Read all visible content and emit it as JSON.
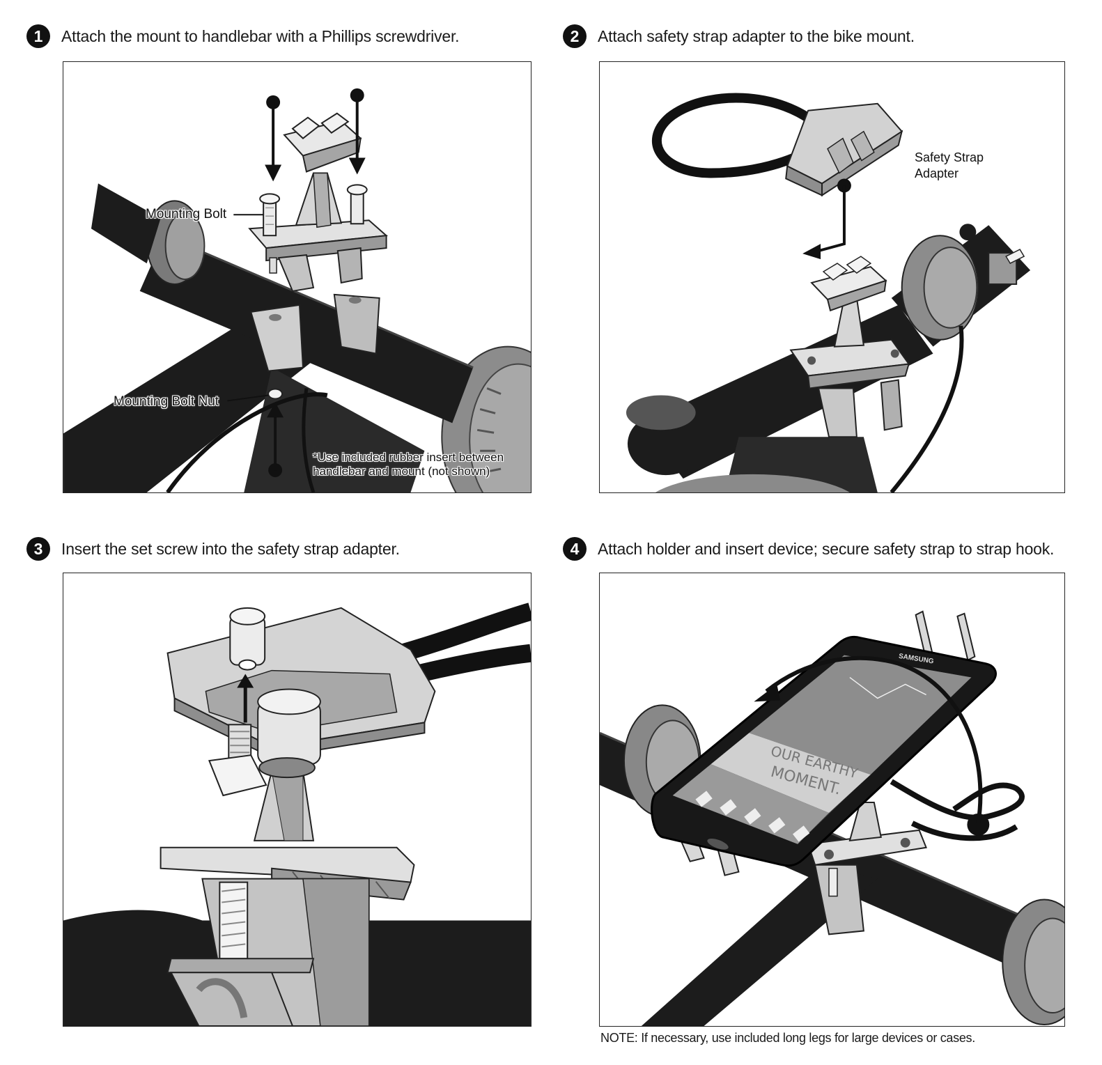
{
  "steps": [
    {
      "number": "1",
      "instruction": "Attach the mount to handlebar with a Phillips screwdriver.",
      "callouts": {
        "mounting_bolt": "Mounting Bolt",
        "mounting_bolt_nut": "Mounting Bolt Nut",
        "rubber_insert_line1": "*Use included rubber insert between",
        "rubber_insert_line2": "handlebar and mount (not shown)"
      }
    },
    {
      "number": "2",
      "instruction": "Attach safety strap adapter to the bike mount.",
      "callouts": {
        "safety_strap_line1": "Safety Strap",
        "safety_strap_line2": "Adapter"
      }
    },
    {
      "number": "3",
      "instruction": "Insert the set screw into the safety strap adapter."
    },
    {
      "number": "4",
      "instruction": "Attach holder and insert device; secure safety strap to strap hook.",
      "device": {
        "brand": "SAMSUNG",
        "screen_text_line1": "OUR EARTHY",
        "screen_text_line2": "MOMENT."
      }
    }
  ],
  "note": "NOTE: If necessary, use included long legs for large devices or cases.",
  "colors": {
    "ink": "#111111",
    "bar": "#1c1c1c",
    "part_light": "#cfcfcf",
    "part_mid": "#9a9a9a",
    "part_dark": "#6e6e6e"
  }
}
